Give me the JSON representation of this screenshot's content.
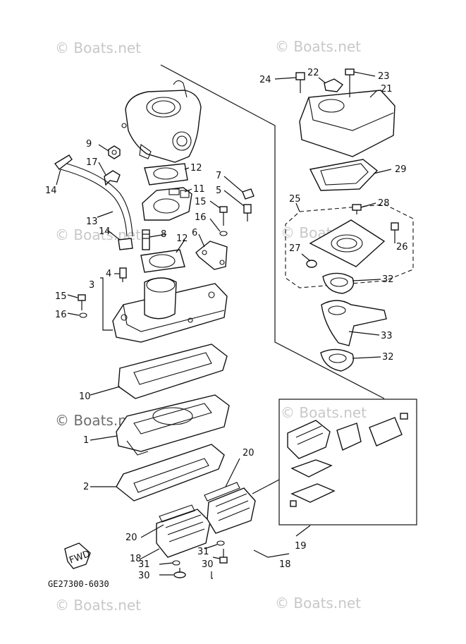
{
  "watermark": "© Boats.net",
  "diagram_code": "GE27300-6030",
  "fwd_label": "FWD",
  "callouts": {
    "n1": "1",
    "n2": "2",
    "n3": "3",
    "n4": "4",
    "n5": "5",
    "n6": "6",
    "n7": "7",
    "n8": "8",
    "n9": "9",
    "n10": "10",
    "n11": "11",
    "n12a": "12",
    "n12b": "12",
    "n13": "13",
    "n14a": "14",
    "n14b": "14",
    "n15a": "15",
    "n15b": "15",
    "n16a": "16",
    "n16b": "16",
    "n17": "17",
    "n18a": "18",
    "n18b": "18",
    "n19": "19",
    "n20a": "20",
    "n20b": "20",
    "n21": "21",
    "n22": "22",
    "n23": "23",
    "n24": "24",
    "n25": "25",
    "n26": "26",
    "n27": "27",
    "n28": "28",
    "n29": "29",
    "n30a": "30",
    "n30b": "30",
    "n31a": "31",
    "n31b": "31",
    "n32a": "32",
    "n32b": "32",
    "n33": "33"
  }
}
